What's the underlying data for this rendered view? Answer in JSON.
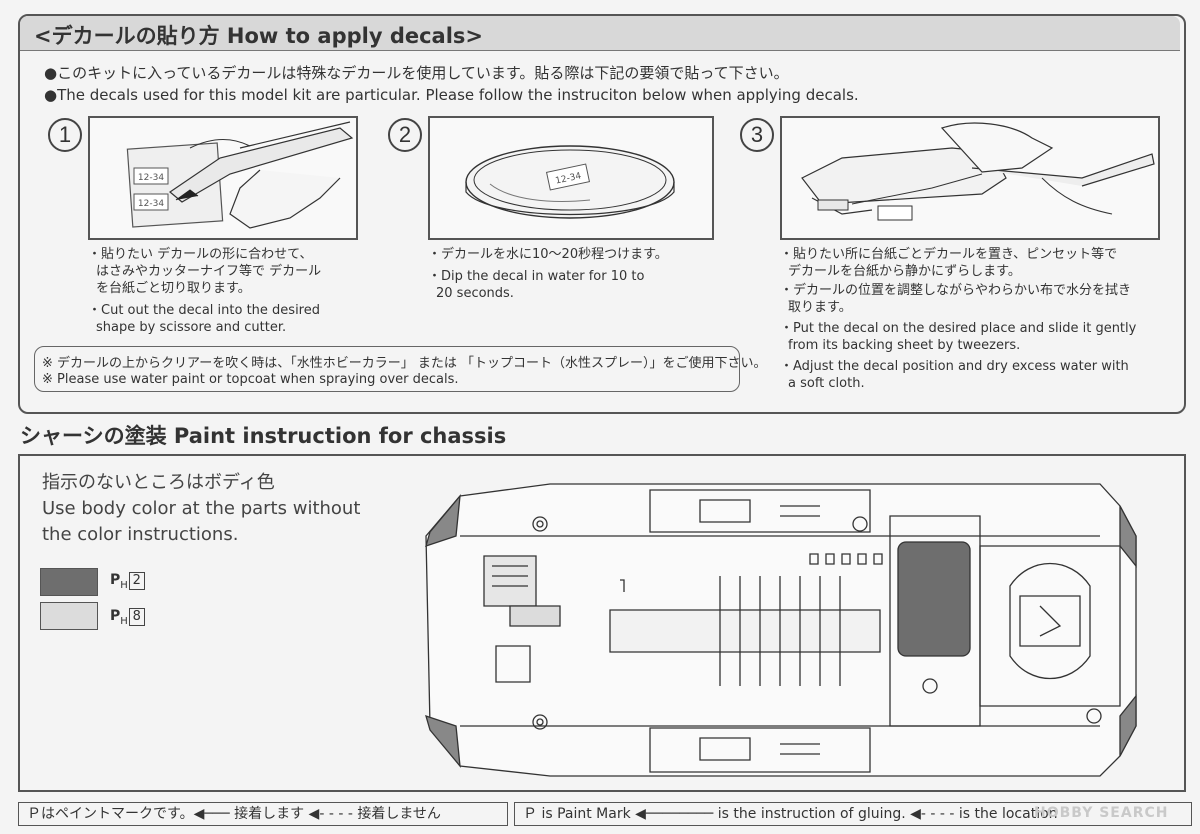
{
  "decal_section": {
    "title": "<デカールの貼り方 How to apply decals>",
    "intro_jp": "●このキットに入っているデカールは特殊なデカールを使用しています。貼る際は下記の要領で貼って下さい。",
    "intro_en": "●The decals used for this model kit are particular. Please follow the instruciton below when applying decals.",
    "steps": [
      {
        "number": "1",
        "text_jp_1": "・貼りたい デカールの形に合わせて、",
        "text_jp_2": "はさみやカッターナイフ等で デカール",
        "text_jp_3": "を台紙ごと切り取ります。",
        "text_en_1": "・Cut out the decal into the desired",
        "text_en_2": "shape by scissore and cutter.",
        "decal_label": "12-34"
      },
      {
        "number": "2",
        "text_jp_1": "・デカールを水に10～20秒程つけます。",
        "text_en_1": "・Dip the decal in water for 10 to",
        "text_en_2": "20 seconds.",
        "decal_label": "12-34"
      },
      {
        "number": "3",
        "text_jp_1": "・貼りたい所に台紙ごとデカールを置き、ピンセット等で",
        "text_jp_2": "デカールを台紙から静かにずらします。",
        "text_jp_3": "・デカールの位置を調整しながらやわらかい布で水分を拭き",
        "text_jp_4": "取ります。",
        "text_en_1": "・Put the decal on the desired place and slide it gently",
        "text_en_2": "from its backing sheet by tweezers.",
        "text_en_3": "・Adjust the decal position and dry excess water with",
        "text_en_4": "a soft cloth."
      }
    ],
    "note_jp": "※ デカールの上からクリアーを吹く時は、「水性ホビーカラー」 または 「トップコート（水性スプレー）」をご使用下さい。",
    "note_en": "※ Please use water paint or topcoat when spraying over decals."
  },
  "chassis_section": {
    "title": "シャーシの塗装 Paint instruction for chassis",
    "instr_jp": "指示のないところはボディ色",
    "instr_en_1": "Use body color at the parts without",
    "instr_en_2": "the color instructions.",
    "paints": [
      {
        "prefix": "P",
        "sub": "H",
        "code": "2",
        "color": "#6e6e6e"
      },
      {
        "prefix": "P",
        "sub": "H",
        "code": "8",
        "color": "#dcdcdc"
      }
    ]
  },
  "footer": {
    "jp": "Ｐはペイントマークです。◀─── 接着します ◀- - - - 接着しません",
    "en": "Ｐ is Paint Mark ◀──────── is the instruction of gluing. ◀- - - -  is the location"
  },
  "watermark": "HOBBY SEARCH",
  "colors": {
    "dark_paint": "#6e6e6e",
    "light_paint": "#dcdcdc",
    "line": "#444444"
  }
}
